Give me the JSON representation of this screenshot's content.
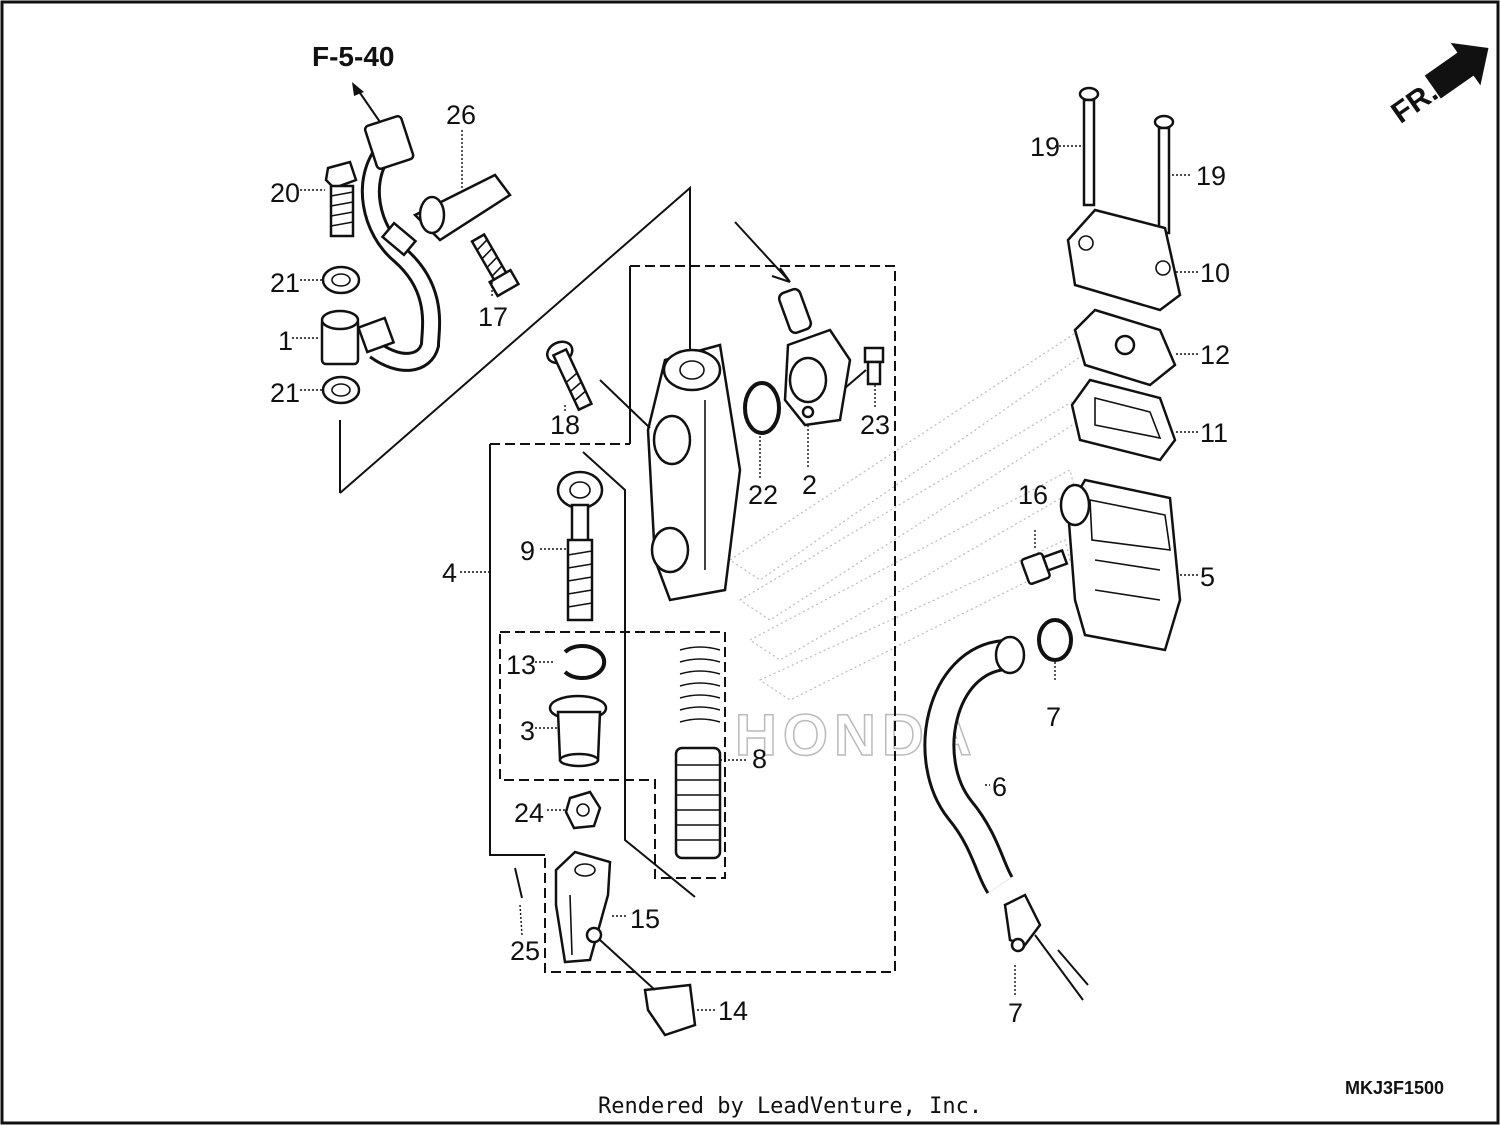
{
  "ref_code": "F-5-40",
  "front_marker": "FR.",
  "diagram_code": "MKJ3F1500",
  "footer": "Rendered by LeadVenture, Inc.",
  "watermark": "HONDA",
  "labels": {
    "p1": "1",
    "p2": "2",
    "p3": "3",
    "p4": "4",
    "p5": "5",
    "p6": "6",
    "p7a": "7",
    "p7b": "7",
    "p8": "8",
    "p9": "9",
    "p10": "10",
    "p11": "11",
    "p12": "12",
    "p13": "13",
    "p14": "14",
    "p15": "15",
    "p16": "16",
    "p17": "17",
    "p18": "18",
    "p19a": "19",
    "p19b": "19",
    "p20": "20",
    "p21a": "21",
    "p21b": "21",
    "p22": "22",
    "p23": "23",
    "p24": "24",
    "p25": "25",
    "p26": "26"
  }
}
